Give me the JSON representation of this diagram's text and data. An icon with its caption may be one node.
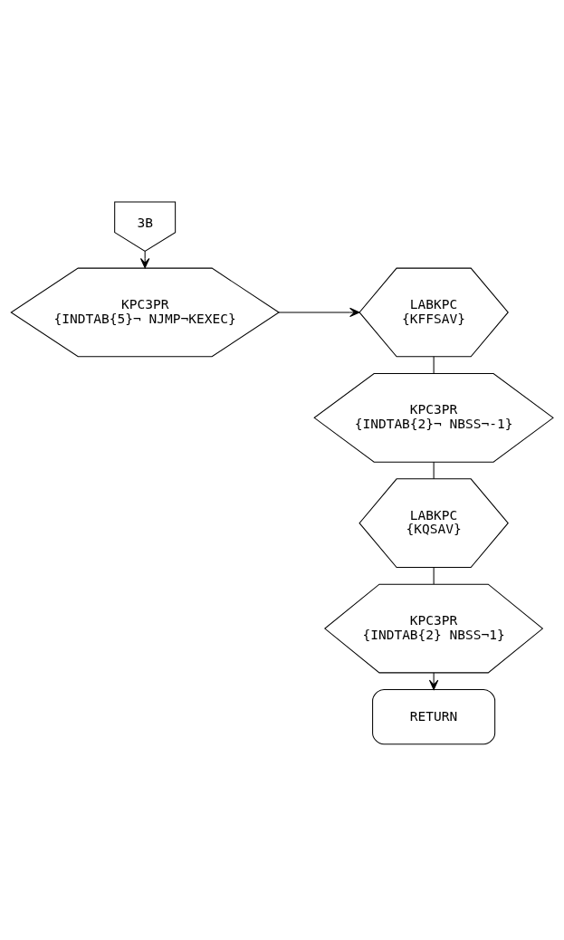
{
  "diagram": {
    "nodes": [
      {
        "text": [
          "3B"
        ]
      },
      {
        "text": [
          "KPC3PR",
          "{INDTAB{5}¬ NJMP¬KEXEC}"
        ]
      },
      {
        "text": [
          "LABKPC",
          "{KFFSAV}"
        ]
      },
      {
        "text": [
          "KPC3PR",
          "{INDTAB{2}¬ NBSS¬-1}"
        ]
      },
      {
        "text": [
          "LABKPC",
          "{KQSAV}"
        ]
      },
      {
        "text": [
          "KPC3PR",
          "{INDTAB{2} NBSS¬1}"
        ]
      },
      {
        "text": [
          "RETURN"
        ]
      }
    ],
    "edges": [
      {
        "from": 0,
        "to": 1,
        "arrow": "to"
      },
      {
        "from": 1,
        "to": 2,
        "arrow": "to"
      },
      {
        "from": 2,
        "to": 3,
        "arrow": "none"
      },
      {
        "from": 3,
        "to": 4,
        "arrow": "none"
      },
      {
        "from": 4,
        "to": 5,
        "arrow": "none"
      },
      {
        "from": 5,
        "to": 6,
        "arrow": "to"
      }
    ]
  }
}
